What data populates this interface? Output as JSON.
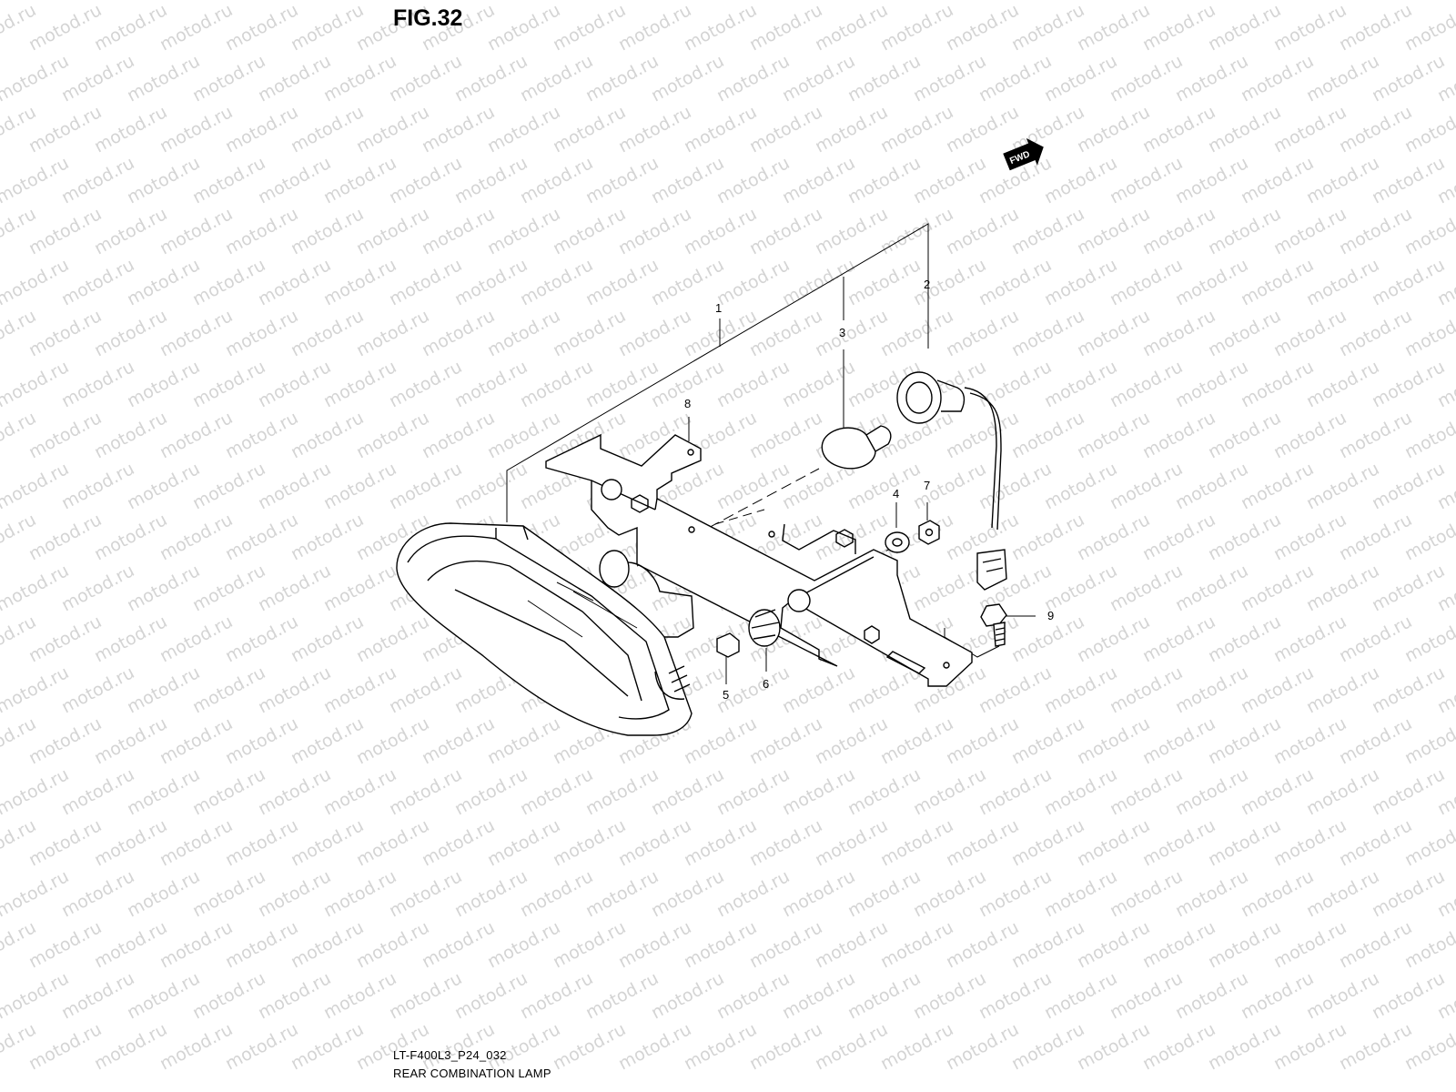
{
  "figure": {
    "title": "FIG.32",
    "code": "LT-F400L3_P24_032",
    "name": "REAR COMBINATION LAMP"
  },
  "watermark": {
    "text": "motod.ru",
    "color": "#d4d4d4"
  },
  "fwd_badge": {
    "label": "FWD",
    "icon": "forward-direction-arrow-icon"
  },
  "callouts": {
    "c1": "1",
    "c2": "2",
    "c3": "3",
    "c4": "4",
    "c5": "5",
    "c6": "6",
    "c7": "7",
    "c8": "8",
    "c9": "9"
  },
  "colors": {
    "line": "#000000",
    "background": "#ffffff"
  }
}
